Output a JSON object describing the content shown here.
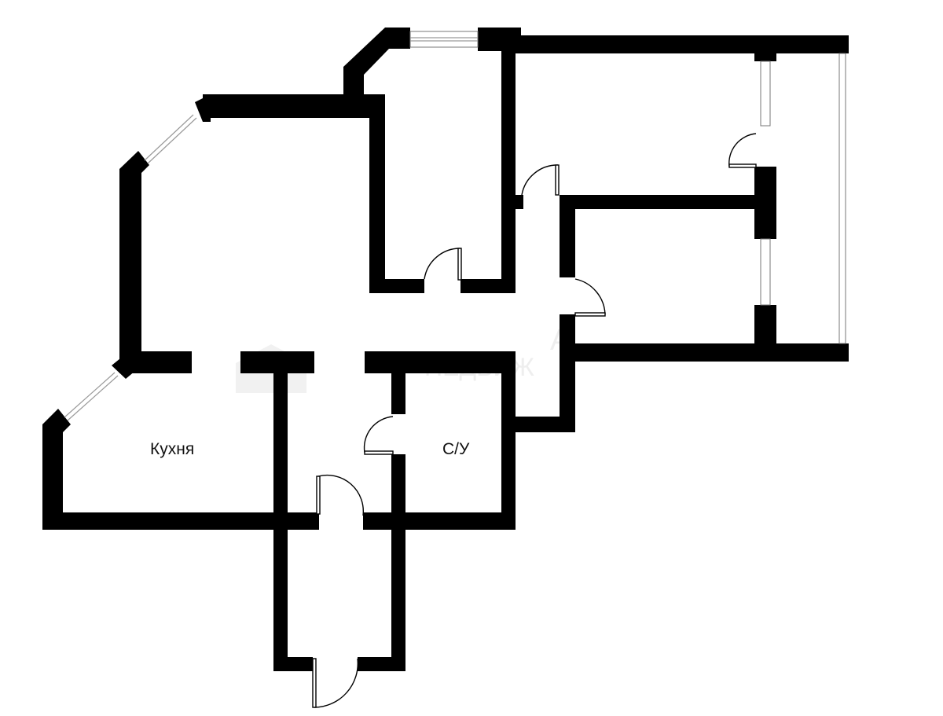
{
  "rooms": {
    "kitchen": {
      "label": "Кухня"
    },
    "bathroom": {
      "label": "С/У"
    }
  },
  "watermark": {
    "icon": "house-logo-icon",
    "line1": "А",
    "line2": "НЕДВИЖ"
  },
  "colors": {
    "wall": "#000000",
    "background": "#ffffff",
    "window": "#9a9a9a"
  }
}
